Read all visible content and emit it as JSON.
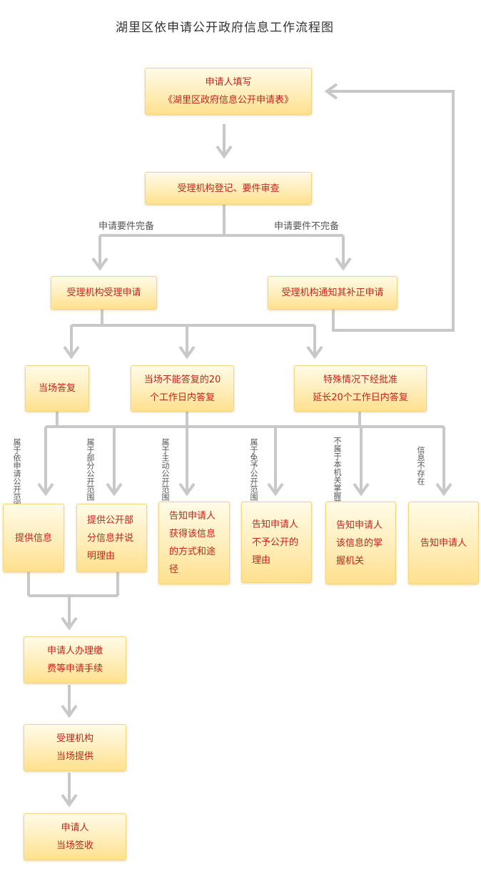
{
  "title": "湖里区依申请公开政府信息工作流程图",
  "steps": {
    "fill_form": [
      "申请人填写",
      "《湖里区政府信息公开申请表》"
    ],
    "register": [
      "受理机构登记、要件审查"
    ],
    "accept": [
      "受理机构受理申请"
    ],
    "notify_correct": [
      "受理机构通知其补正申请"
    ],
    "immediate": [
      "当场答复"
    ],
    "within20": [
      "当场不能答复的20",
      "个工作日内答复"
    ],
    "extend20": [
      "特殊情况下经批准",
      "延长20个工作日内答复"
    ],
    "provide_info": [
      "提供信息"
    ],
    "partial": [
      "提供公开部",
      "分信息并说",
      "明理由"
    ],
    "inform_way": [
      "告知申请人",
      "获得该信息",
      "的方式和途",
      "径"
    ],
    "inform_no": [
      "告知申请人",
      "不予公开的",
      "理由"
    ],
    "inform_org": [
      "告知申请人",
      "该信息的掌",
      "握机关"
    ],
    "inform": [
      "告知申请人"
    ],
    "fee": [
      "申请人办理缴",
      "费等申请手续"
    ],
    "provide_onsite": [
      "受理机构",
      "当场提供"
    ],
    "sign": [
      "申请人",
      "当场签收"
    ]
  },
  "branch_labels": {
    "complete": "申请要件完备",
    "incomplete": "申请要件不完备"
  },
  "condition_labels": {
    "c1": [
      "属于依申",
      "请公开范围"
    ],
    "c2": [
      "属于部分",
      "公开范围"
    ],
    "c3": [
      "属于主动",
      "公开范围"
    ],
    "c4": [
      "属于免予",
      "公开范围"
    ],
    "c5": [
      "不属于本机",
      "关掌握范围"
    ],
    "c6": [
      "信息",
      "不存在"
    ]
  },
  "colors": {
    "box_text": "#c0251b",
    "connector": "#c8c8c8",
    "box_top": "#fffbe6",
    "box_bottom": "#ffe08e"
  }
}
